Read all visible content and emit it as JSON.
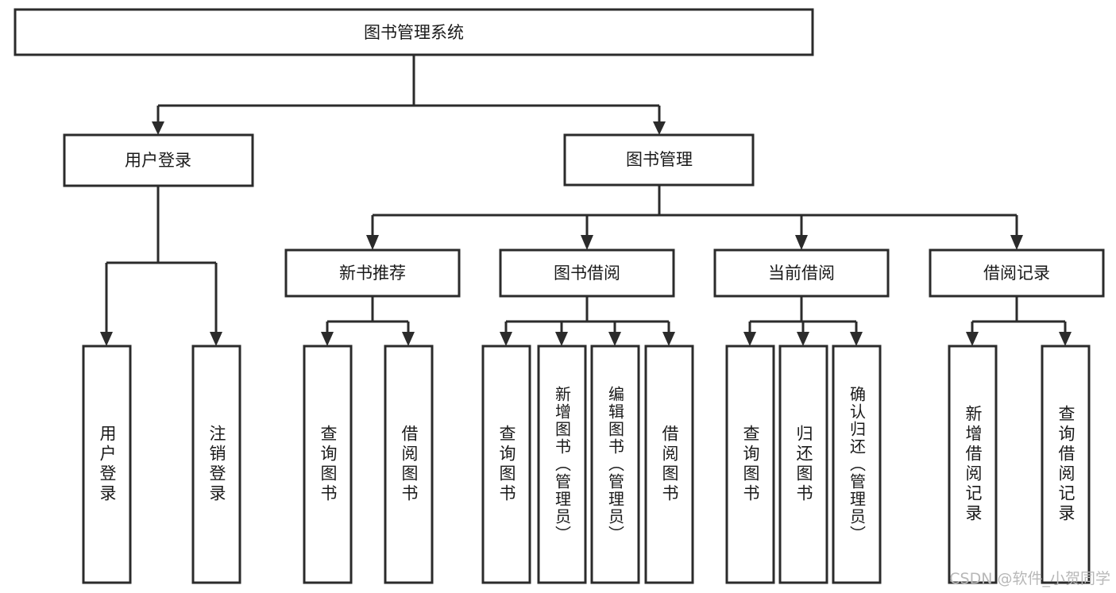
{
  "diagram": {
    "title": "图书管理系统",
    "type": "tree-hierarchy-diagram",
    "colors": {
      "box_stroke": "#2b2b2b",
      "box_fill": "#ffffff",
      "text": "#1a1a1a",
      "background": "#ffffff",
      "watermark": "#b8b8b8"
    },
    "root": {
      "label": "图书管理系统"
    },
    "level2": [
      {
        "label": "用户登录"
      },
      {
        "label": "图书管理"
      }
    ],
    "level3": [
      {
        "label": "新书推荐"
      },
      {
        "label": "图书借阅"
      },
      {
        "label": "当前借阅"
      },
      {
        "label": "借阅记录"
      }
    ],
    "leaves": {
      "user_login": [
        {
          "label": "用户登录"
        },
        {
          "label": "注销登录"
        }
      ],
      "new_book_recommend": [
        {
          "label": "查询图书"
        },
        {
          "label": "借阅图书"
        }
      ],
      "book_borrow": [
        {
          "label": "查询图书"
        },
        {
          "label": "新增图书（管理员）"
        },
        {
          "label": "编辑图书（管理员）"
        },
        {
          "label": "借阅图书"
        }
      ],
      "current_borrow": [
        {
          "label": "查询图书"
        },
        {
          "label": "归还图书"
        },
        {
          "label": "确认归还（管理员）"
        }
      ],
      "borrow_record": [
        {
          "label": "新增借阅记录"
        },
        {
          "label": "查询借阅记录"
        }
      ]
    }
  },
  "watermark": {
    "text": "CSDN @软件_小贺同学"
  }
}
